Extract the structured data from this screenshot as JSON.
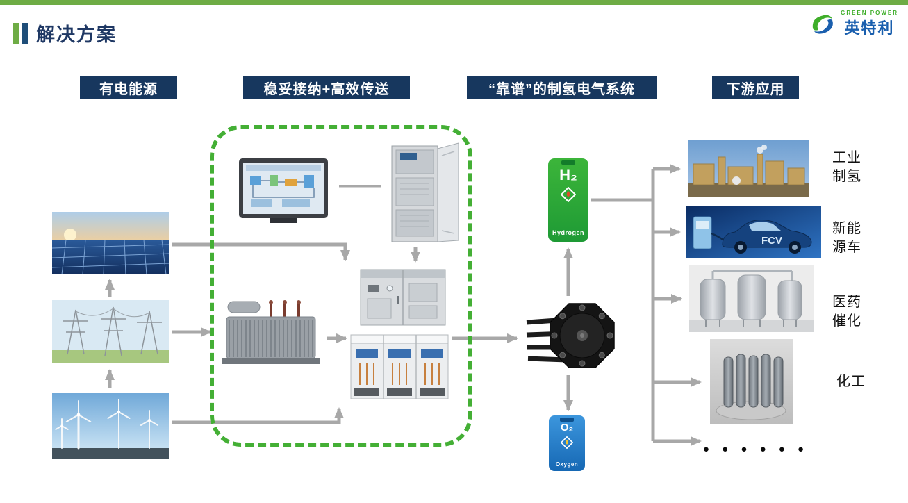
{
  "slide": {
    "title": "解决方案",
    "logo": {
      "top": "GREEN POWER",
      "name": "英特利"
    }
  },
  "headers": [
    {
      "label": "有电能源"
    },
    {
      "label": "稳妥接纳+高效传送"
    },
    {
      "label": "“靠谱”的制氢电气系统"
    },
    {
      "label": "下游应用"
    }
  ],
  "tanks": {
    "hydrogen": {
      "formula": "H₂",
      "name": "Hydrogen"
    },
    "oxygen": {
      "formula": "O₂",
      "name": "Oxygen"
    }
  },
  "fcv_badge": "FCV",
  "applications": [
    {
      "label": "工业\n制氢"
    },
    {
      "label": "新能\n源车"
    },
    {
      "label": "医药\n催化"
    },
    {
      "label": "化工"
    }
  ],
  "more_dots": "● ● ● ● ● ●",
  "colors": {
    "accent_green": "#44af35",
    "header_navy": "#17375e",
    "arrow_gray": "#a8a8a8"
  }
}
